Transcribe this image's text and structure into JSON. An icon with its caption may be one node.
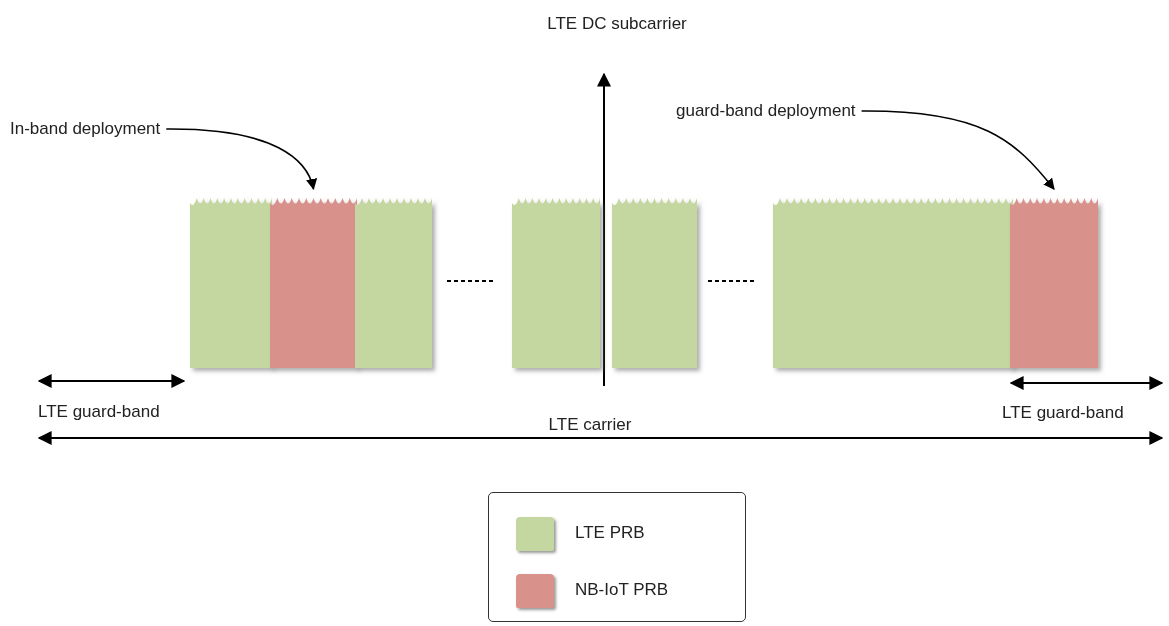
{
  "diagram": {
    "nodes": [
      {
        "text": [
          "In-band deployment"
        ]
      },
      {
        "text": [],
        "shape": "bar"
      },
      {
        "text": [],
        "shape": "bar"
      },
      {
        "text": [],
        "shape": "bar"
      },
      {
        "text": [],
        "shape": "bar"
      },
      {
        "text": [],
        "shape": "bar"
      },
      {
        "text": [
          "guard-band deployment"
        ]
      },
      {
        "text": [],
        "shape": "bar"
      },
      {
        "text": [],
        "shape": "bar"
      }
    ],
    "edges": [
      {
        "from": 0,
        "to": 2,
        "arrow": "to"
      },
      {
        "from": 6,
        "to": 8,
        "arrow": "to"
      }
    ],
    "labels": [
      "LTE DC subcarrier",
      "LTE guard-band",
      "LTE carrier",
      "LTE guard-band"
    ],
    "legend": [
      {
        "text": "LTE PRB",
        "color": "#c4d7a0"
      },
      {
        "text": "NB-IoT PRB",
        "color": "#d9918c"
      }
    ]
  }
}
